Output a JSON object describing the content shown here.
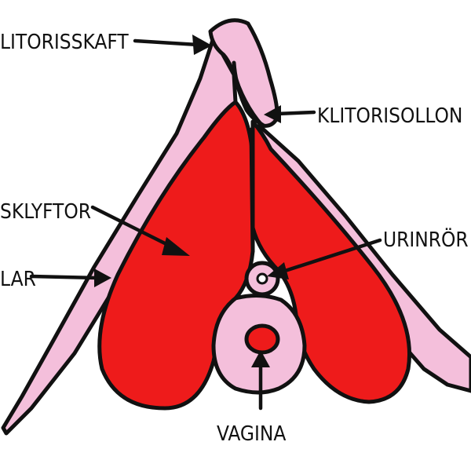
{
  "colors": {
    "erectile_tissue": "#ee1b1b",
    "skin": "#f4bfdb",
    "skin_shadow": "#e79ac4",
    "outline": "#111111",
    "background": "#ffffff"
  },
  "labels": {
    "clitoral_shaft": "LITORISSKAFT",
    "clitoral_hood": "KLITORISOLLON",
    "vestibular_bulbs": "SKLYFTOR",
    "crura": "LAR",
    "urethra": "URINRÖR",
    "vagina": "VAGINA"
  }
}
